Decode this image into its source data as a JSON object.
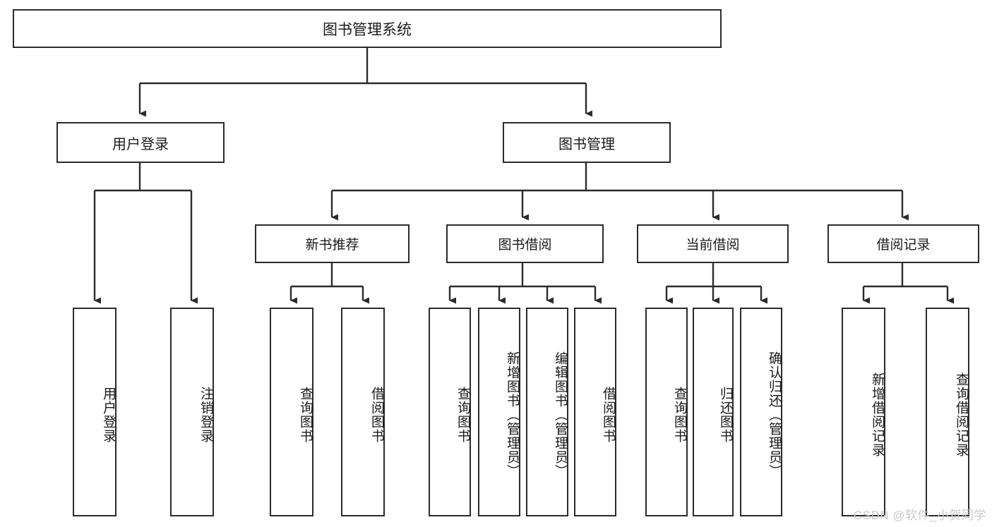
{
  "diagram": {
    "title": "图书管理系统",
    "type": "tree-hierarchy",
    "watermark": "CSDN @软件_小贺同学",
    "colors": {
      "stroke": "#2b2b2b",
      "fill": "#ffffff",
      "text": "#1a1a1a",
      "watermark": "#c9c9c9"
    },
    "nodes": {
      "root": {
        "label": "图书管理系统"
      },
      "level1": [
        {
          "label": "用户登录"
        },
        {
          "label": "图书管理"
        }
      ],
      "level2": [
        {
          "label": "新书推荐"
        },
        {
          "label": "图书借阅"
        },
        {
          "label": "当前借阅"
        },
        {
          "label": "借阅记录"
        }
      ],
      "leaves": {
        "user_login": [
          {
            "label": "用户登录"
          },
          {
            "label": "注销登录"
          }
        ],
        "new_book_recommend": [
          {
            "label": "查询图书"
          },
          {
            "label": "借阅图书"
          }
        ],
        "book_borrow": [
          {
            "label": "查询图书"
          },
          {
            "label": "新增图书（管理员）"
          },
          {
            "label": "编辑图书（管理员）"
          },
          {
            "label": "借阅图书"
          }
        ],
        "current_borrow": [
          {
            "label": "查询图书"
          },
          {
            "label": "归还图书"
          },
          {
            "label": "确认归还（管理员）"
          }
        ],
        "borrow_records": [
          {
            "label": "新增借阅记录"
          },
          {
            "label": "查询借阅记录"
          }
        ]
      }
    }
  }
}
